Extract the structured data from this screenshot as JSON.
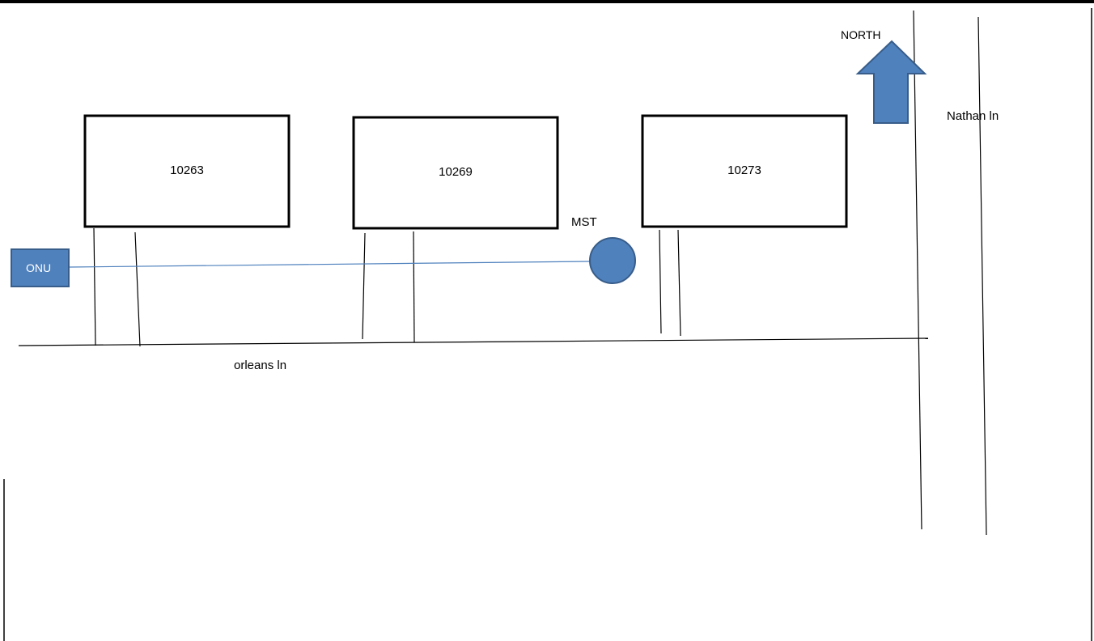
{
  "houses": [
    {
      "number": "10263"
    },
    {
      "number": "10269"
    },
    {
      "number": "10273"
    }
  ],
  "devices": {
    "onu_label": "ONU",
    "mst_label": "MST"
  },
  "streets": {
    "horizontal_label": "orleans ln",
    "vertical_label": "Nathan ln"
  },
  "compass": {
    "label": "NORTH"
  },
  "colors": {
    "device_fill": "#4f81bd",
    "device_stroke": "#385d8a",
    "fiber_line": "#4f81bd",
    "line": "#000000"
  }
}
